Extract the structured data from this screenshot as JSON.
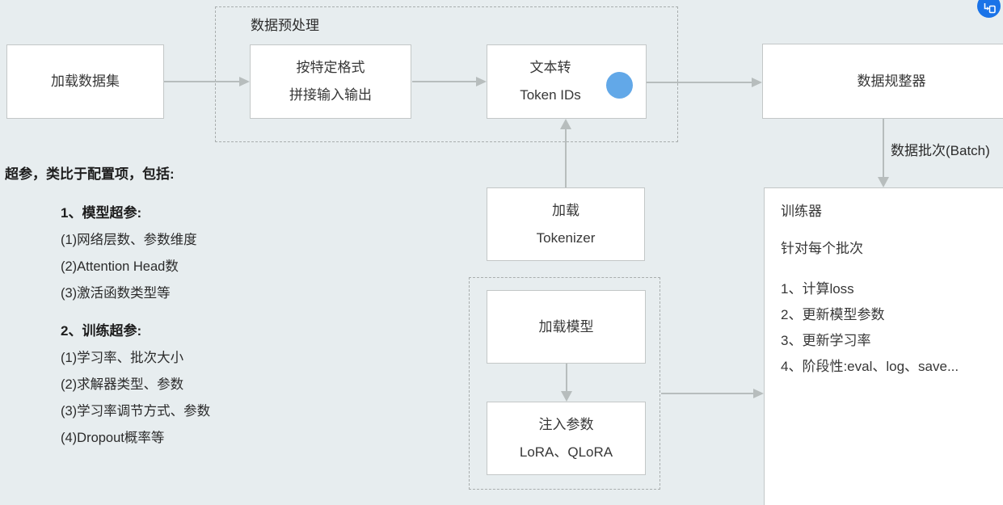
{
  "flow": {
    "load_dataset": {
      "label": "加载数据集"
    },
    "preprocess_group": {
      "label": "数据预处理"
    },
    "format_concat": {
      "line1": "按特定格式",
      "line2": "拼接输入输出"
    },
    "text_to_tokens": {
      "line1": "文本转",
      "line2": "Token IDs"
    },
    "data_collator": {
      "label": "数据规整器"
    },
    "batch_arrow_label": "数据批次(Batch)",
    "load_tokenizer": {
      "line1": "加载",
      "line2": "Tokenizer"
    },
    "model_group": {
      "load_model": {
        "label": "加载模型"
      },
      "inject_params": {
        "line1": "注入参数",
        "line2": "LoRA、QLoRA"
      }
    },
    "trainer": {
      "title": "训练器",
      "subtitle": "针对每个批次",
      "steps": [
        "1、计算loss",
        "2、更新模型参数",
        "3、更新学习率",
        "4、阶段性:eval、log、save..."
      ]
    }
  },
  "hyperparams": {
    "title": "超参，类比于配置项，包括:",
    "groups": [
      {
        "heading": "1、模型超参:",
        "items": [
          "(1)网络层数、参数维度",
          "(2)Attention Head数",
          "(3)激活函数类型等"
        ]
      },
      {
        "heading": "2、训练超参:",
        "items": [
          "(1)学习率、批次大小",
          "(2)求解器类型、参数",
          "(3)学习率调节方式、参数",
          "(4)Dropout概率等"
        ]
      }
    ]
  },
  "floating_button": {
    "icon": "translate-subtitle-icon"
  },
  "colors": {
    "background": "#e7edef",
    "node_fill": "#ffffff",
    "node_border": "#c3c7c7",
    "dashed_border": "#a9aeae",
    "arrow": "#b7bdbd",
    "pointer_dot": "#62a8e8",
    "floating_button": "#1a73e8",
    "text": "#2b2b2b"
  }
}
